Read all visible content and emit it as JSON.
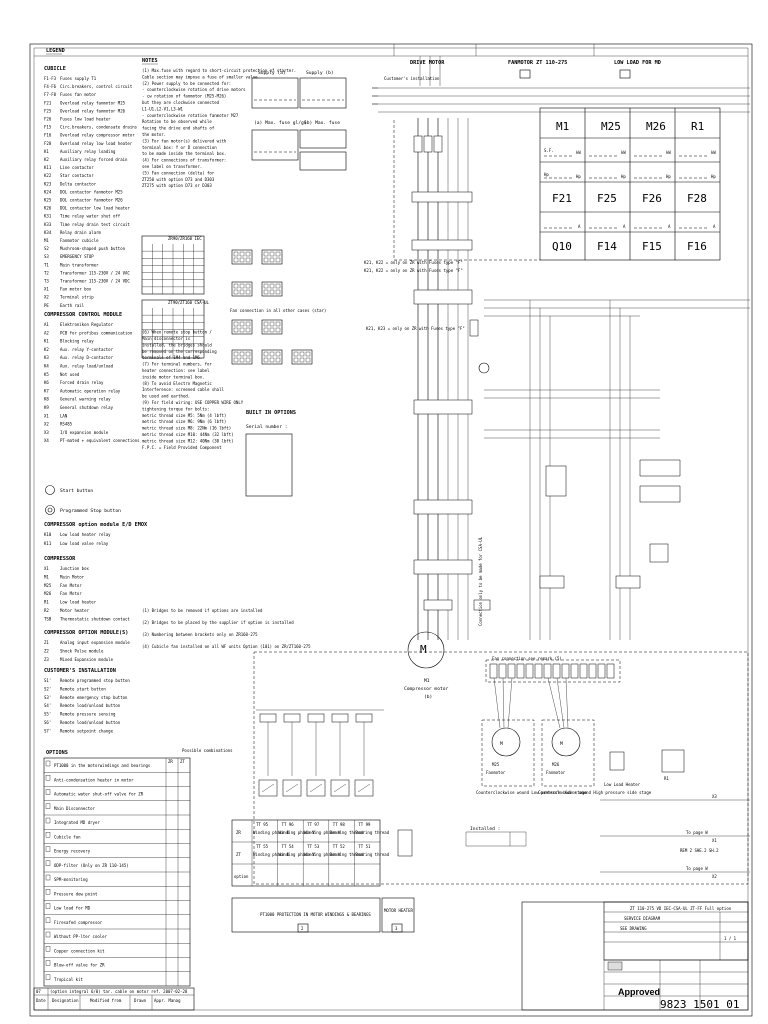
{
  "header": {
    "legend": "LEGEND",
    "cubicle": "CUBICLE",
    "notes": "NOTES",
    "supply_a": "Supply (a)",
    "supply_b": "Supply (b)",
    "max_fuse_a": "(a) Max. fuse gl/gG",
    "max_fuse_b": "(b) Max. fuse",
    "drive_motor": "DRIVE MOTOR",
    "fanmotor": "FANMOTOR ZT 110-275",
    "low_load": "LOW LOAD FOR MD",
    "customers_installation_top": "Customer's installation"
  },
  "legend_items": [
    [
      "F1-F3",
      "Fuses supply T1"
    ],
    [
      "F4-F6",
      "Circ.breakers, control circuit"
    ],
    [
      "F7-F8",
      "Fuses fan motor"
    ],
    [
      "F21",
      "Overload relay fanmotor M25"
    ],
    [
      "F25",
      "Overload relay fanmotor M26"
    ],
    [
      "F26",
      "Fuses low load heater"
    ],
    [
      "F15",
      "Circ.breakers, condensate drains"
    ],
    [
      "F16",
      "Overload relay compressor motor"
    ],
    [
      "F28",
      "Overload relay low load heater"
    ],
    [
      "K1",
      "Auxiliary relay loading"
    ],
    [
      "K2",
      "Auxiliary relay forced drain"
    ],
    [
      "K11",
      "Line contactor"
    ],
    [
      "K22",
      "Star contactor"
    ],
    [
      "K23",
      "Delta contactor"
    ],
    [
      "K24",
      "DOL contactor fanmotor M25"
    ],
    [
      "K25",
      "DOL contactor fanmotor M26"
    ],
    [
      "K26",
      "DOL contactor low load heater"
    ],
    [
      "K31",
      "Time relay water shut off"
    ],
    [
      "K33",
      "Time relay drain test circuit"
    ],
    [
      "K34",
      "Relay drain alarm"
    ],
    [
      "M1",
      "Fanmotor cubicle"
    ],
    [
      "S2",
      "Mushroom-shaped push button"
    ],
    [
      "S3",
      "EMERGENCY STOP"
    ],
    [
      "T1",
      "Main transformer"
    ],
    [
      "T2",
      "Transformer 115-230V / 24 VAC"
    ],
    [
      "T3",
      "Transformer 115-230V / 24 VDC"
    ],
    [
      "X1",
      "Fan motor box"
    ],
    [
      "X2",
      "Terminal strip"
    ],
    [
      "PE",
      "Earth rail"
    ]
  ],
  "control_module_title": "COMPRESSOR CONTROL MODULE",
  "control_module_items": [
    [
      "A1",
      "Elektronikon Regulator"
    ],
    [
      "A2",
      "PCB for profibus communication"
    ],
    [
      "K1",
      "Blocking relay"
    ],
    [
      "K2",
      "Aux. relay Y-contactor"
    ],
    [
      "K3",
      "Aux. relay D-contactor"
    ],
    [
      "K4",
      "Aux. relay load/unload"
    ],
    [
      "K5",
      "Not used"
    ],
    [
      "K6",
      "Forced drain relay"
    ],
    [
      "K7",
      "Automatic operation relay"
    ],
    [
      "K8",
      "General warning relay"
    ],
    [
      "K9",
      "General shutdown relay"
    ],
    [
      "X1",
      "LAN"
    ],
    [
      "X2",
      "RS485"
    ],
    [
      "X3",
      "I/O expansion module"
    ],
    [
      "X4",
      "PT-mated + equivalent connections"
    ]
  ],
  "start_button": "Start button",
  "prog_stop_button": "Programmed Stop button",
  "compressor_option_title": "COMPRESSOR option module E/D EMOX",
  "compressor_option_items": [
    [
      "K10",
      "Low load heater relay"
    ],
    [
      "K11",
      "Low load valve relay"
    ]
  ],
  "compressor_title": "COMPRESSOR",
  "compressor_items": [
    [
      "X1",
      "Junction box"
    ],
    [
      "M1",
      "Main Motor"
    ],
    [
      "M25",
      "Fan Motor"
    ],
    [
      "M26",
      "Fan Motor"
    ],
    [
      "R1",
      "Low load heater"
    ],
    [
      "R2",
      "Motor heater"
    ],
    [
      "TSB",
      "Thermostatic shutdown contact"
    ]
  ],
  "compressor_option_modules_title": "COMPRESSOR OPTION MODULE(S)",
  "compressor_option_modules": [
    [
      "Z1",
      "Analog input expansion module"
    ],
    [
      "Z2",
      "Shock Pulse module"
    ],
    [
      "Z3",
      "Mixed Expansion module"
    ]
  ],
  "customers_title": "CUSTOMER'S INSTALLATION",
  "customers_items": [
    [
      "S1'",
      "Remote programmed stop button"
    ],
    [
      "S2'",
      "Remote start button"
    ],
    [
      "S3'",
      "Remote emergency stop button"
    ],
    [
      "S4'",
      "Remote load/unload button"
    ],
    [
      "S5'",
      "Remote pressure sensing"
    ],
    [
      "S6'",
      "Remote load/unload button"
    ],
    [
      "S7'",
      "Remote setpoint change"
    ]
  ],
  "options_title": "OPTIONS",
  "options_cols": [
    "ZR",
    "ZT"
  ],
  "possible_combinations": "Possible combinations",
  "options": [
    "PT1000 in the motorwindings and bearings",
    "Anti-condensation heater in motor",
    "Automatic water shut-off valve for ZR",
    "Main Disconnector",
    "Integrated MD dryer",
    "Cubicle fan",
    "Energy recovery",
    "ODP-filter (Only on ZR 110-145)",
    "SPM-monitoring",
    "Pressure dew point",
    "Low load for MD",
    "Firesafed compressor",
    "Without PP-lter cooler",
    "Copper connection kit",
    "Blow-off valve for ZR",
    "Tropical kit"
  ],
  "notes_items": [
    "(1) Max.fuse with regard to short-circuit protection of starter.",
    "Cable section may impose a fuse of smaller value.",
    "(2) Power supply to be connected for:",
    "- counterclockwise rotation of drive motors",
    "- cw rotation of fanmotor (M25-M26)",
    "but they are clockwise connected",
    "L1-U1,L2-V1,L3-W1",
    "- counterclockwise rotation fanmotor M27",
    "Rotation to be observed while",
    "facing the drive end shafts of",
    "the motor.",
    "(3) For fan motor(s) delivered with",
    "terminal box: Y or D connection",
    "to be made inside the terminal box.",
    "(4) For connections of transformer:",
    "see label on transformer.",
    "(5) Fan connection (delta) for",
    "ZT250 with option D73 and D303",
    "ZT275 with option D73 or D303",
    "(6) When remote stop button /",
    "Main disconnector is",
    "installed, the bridges should",
    "be removed on the corresponding",
    "terminals of 1M4 and 1M6.",
    "(7) For terminal numbers, for",
    "heater connection: see label",
    "inside motor terminal box.",
    "(8) To avoid Electro Magnetic",
    "Interference: screened cable shall",
    "be used and earthed.",
    "(9) For field wiring: USE COPPER WIRE ONLY",
    "tightening torque for bolts:",
    "metric thread size M5: 5Nm (4 lbft)",
    "metric thread size M6: 9Nm (6 lbft)",
    "metric thread size M8: 22Nm (16 lbft)",
    "metric thread size M10: 44Nm (32 lbft)",
    "metric thread size M12: 40Nm (30 lbft)",
    "F.P.C. = Field Provided Component"
  ],
  "notes_bottom": [
    "(1) Bridges to be removed if options are installed",
    "(2) Bridges to be placed by the supplier if option is installed",
    "(3) Numbering between brackets only on ZR160-275",
    "(4) Cubicle fan installed on all WF units Option (101) on ZR/ZT160-275"
  ],
  "table_zr_title": "ZR90/ZR160 IEC",
  "table_zt_title": "ZT90/ZT160 CSA-UL",
  "fan_connection_note": "Fan connection in all other cases (star)",
  "built_in_options": "BUILT IN OPTIONS",
  "serial_number": "Serial number :",
  "motor_table": {
    "headers": [
      "M1",
      "M25",
      "M26",
      "R1"
    ],
    "units_kw": "kW",
    "sf": "S.F.",
    "hp": "Hp",
    "fuses": [
      "F21",
      "F25",
      "F26",
      "F28"
    ],
    "fuses_unit": "A",
    "breakers": [
      "Q10",
      "F14",
      "F15",
      "F16"
    ]
  },
  "upper_annotations": {
    "k21_note": "K21, K22 = only on ZR with Fuses type \"F\"",
    "k21_note2": "K21, K22 = only on ZR with Fuses type \"F\"",
    "k21_note3": "K21, K23 = only on ZR with Fuses type \"F\""
  },
  "connection_note": "Connection only to be made for CSA-UL",
  "fan_connection_see": "Fan connection see remark (5)",
  "m1_label": "M1",
  "m1_sub": "Compressor motor",
  "m1_sub2": "(b)",
  "m25_label": "M25",
  "m25_name": "Fanmotor",
  "m25_desc": "Counterclockwise wound Low pressure side stage",
  "m26_label": "M26",
  "m26_name": "Fanmotor",
  "m26_desc": "Counterclockwise wound High pressure side stage",
  "r1_label": "R1",
  "r1_desc": "Low Load Heater",
  "pt_box_title": "PT1000 PROTECTION IN MOTOR WINDINGS & BEARINGS",
  "motor_heater": "MOTOR HEATER",
  "pt_box_number": "2",
  "motor_heater_number": "3",
  "pt_rows": {
    "tt_top": [
      "TT 95",
      "TT 96",
      "TT 97",
      "TT 98",
      "TT 99"
    ],
    "tt_bot": [
      "TT 55",
      "TT 54",
      "TT 53",
      "TT 52",
      "TT 51"
    ],
    "top_desc": [
      "Winding phase U",
      "Winding phase V",
      "Winding phase W",
      "Bearing thread",
      "Bearing thread"
    ],
    "bottom_desc": [
      "Winding phase U",
      "Winding phase V",
      "Winding phase W",
      "Bearing thread",
      "Bearing thread"
    ],
    "zr": "ZR",
    "zt": "ZT",
    "option": "option"
  },
  "installed": "Installed :",
  "right_refs": {
    "to_page_w": "To page W",
    "to_page_w2": "To page W",
    "rem2": "REM 2 SHE.2 SH.2",
    "x1": "X1",
    "x2": "X2",
    "x3": "X3"
  },
  "title_block": {
    "product": "ZT 110-275 VD IEC-CSA-UL ZT-FF Full option",
    "type": "SERVICE DIAGRAM",
    "see_drawing": "SEE DRAWING",
    "approved": "Approved",
    "number": "9823 1501 01",
    "sheet": "1 / 1"
  },
  "revision_row": {
    "rev": "07",
    "desc": "(option integral 6/0) tar. cable on motor ref. 2007-02-28",
    "cols": [
      "Date",
      "Designation",
      "Modified from",
      "Drawn",
      "Appr. Manag"
    ]
  }
}
